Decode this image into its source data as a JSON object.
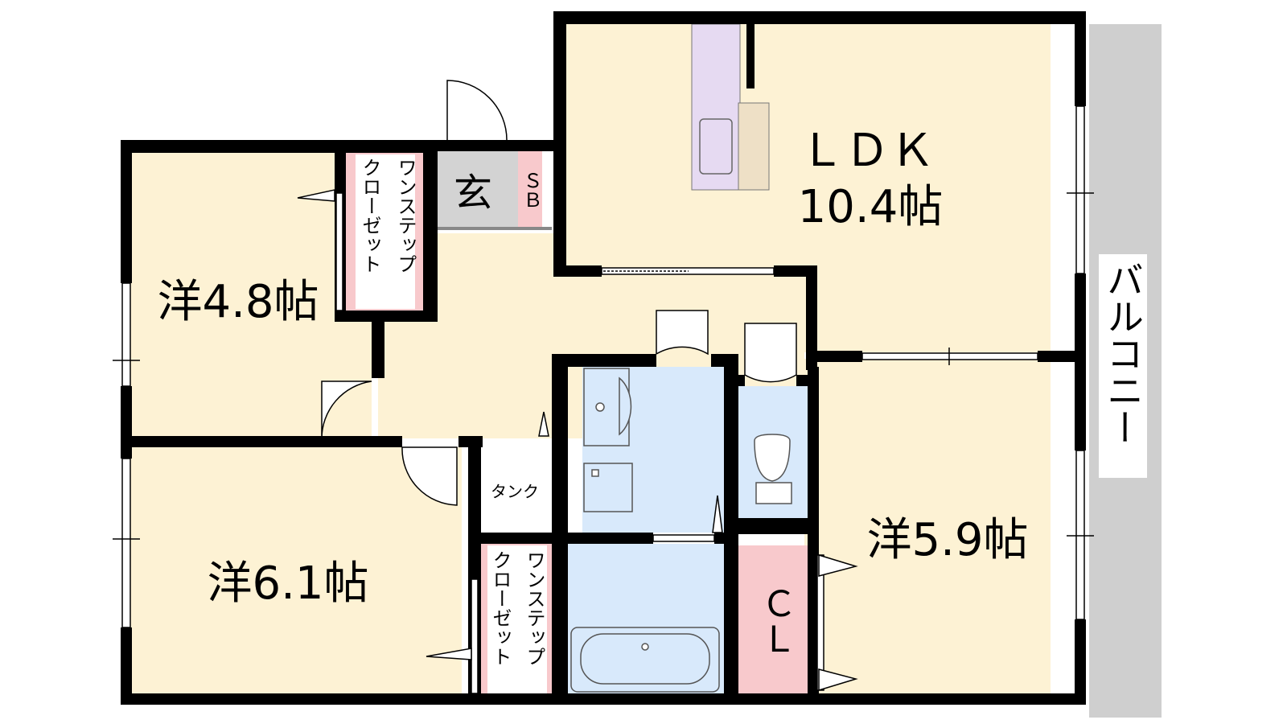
{
  "rooms": {
    "ldk": {
      "name": "ＬＤＫ",
      "size": "10.4帖"
    },
    "west1": {
      "label": "洋4.8帖"
    },
    "west2": {
      "label": "洋6.1帖"
    },
    "west3": {
      "label": "洋5.9帖"
    },
    "entrance": {
      "label": "玄"
    },
    "shoebox": {
      "label": "ＳＢ"
    },
    "closet1": {
      "line1": "ワンステップ",
      "line2": "クローゼット"
    },
    "closet2": {
      "line1": "ワンステップ",
      "line2": "クローゼット"
    },
    "tank": {
      "label": "タンク"
    },
    "cl": {
      "label": "ＣＬ"
    },
    "balcony": {
      "label": "バルコニー"
    }
  },
  "colors": {
    "room": "#fdf2d4",
    "wet": "#d8e9fb",
    "closet": "#f8c9cc",
    "entrance": "#d3d3d3",
    "kitchen": "#e6daf2",
    "counter": "#eee0c6",
    "balcony": "#cfcfcf",
    "wall": "#000000"
  }
}
